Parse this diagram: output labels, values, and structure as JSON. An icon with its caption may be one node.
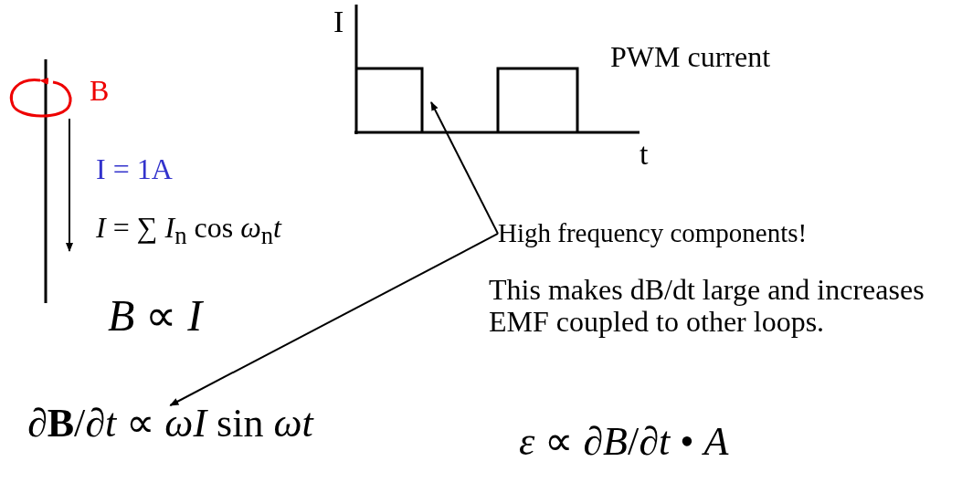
{
  "diagram": {
    "nodes": [
      {
        "text": [
          "High frequency components!"
        ]
      },
      {
        "text": [
          "∂**B**/∂*t* ∝ *ωI* sin *ωt*"
        ]
      }
    ],
    "edges": [
      {
        "from": 0,
        "to": null,
        "arrow": "to"
      },
      {
        "from": 0,
        "to": 1,
        "arrow": "to"
      }
    ],
    "labels": [
      "I",
      "t",
      "PWM current",
      "B",
      "I = 1A",
      "*I* = ∑ *I*$_{n}$ cos *ω*$_{n}$*t*",
      "*B* ∝ *I*",
      "This makes dB/dt large and increases EMF coupled to other loops.",
      "*ε* ∝ ∂*B*/∂*t* • *A*"
    ]
  }
}
